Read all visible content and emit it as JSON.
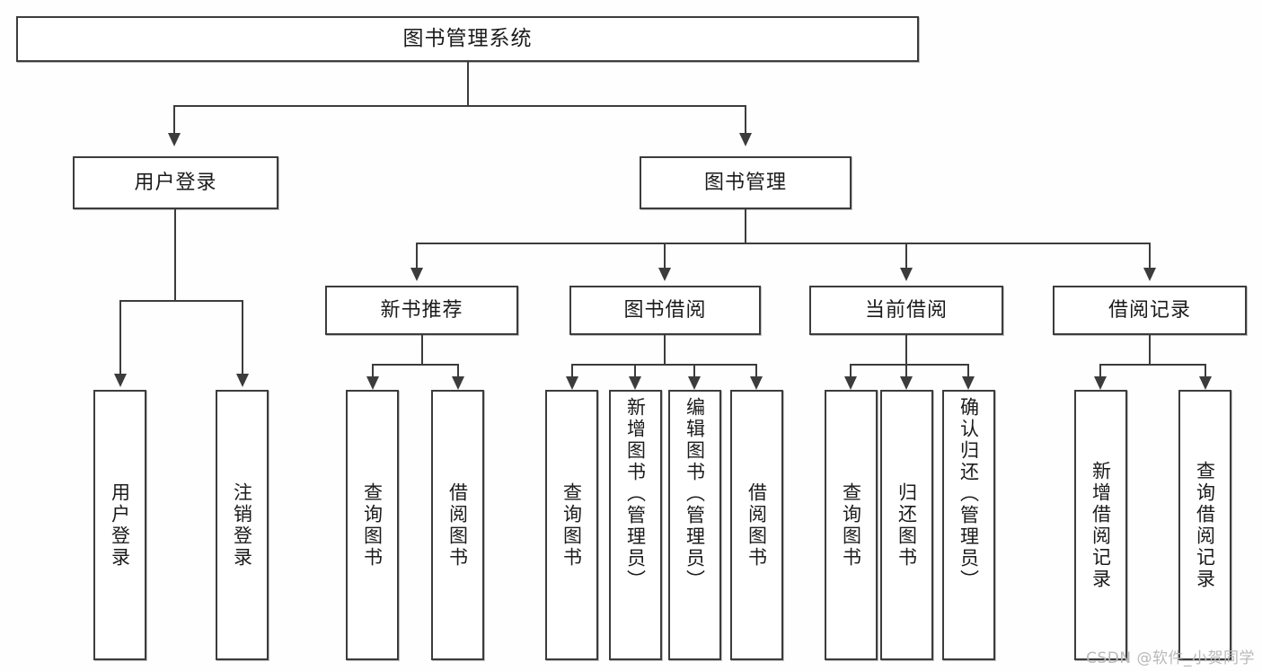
{
  "diagram": {
    "title": "图书管理系统",
    "type": "tree-hierarchy",
    "root": {
      "label": "图书管理系统"
    },
    "level2": [
      {
        "label": "用户登录"
      },
      {
        "label": "图书管理"
      }
    ],
    "level3": [
      {
        "label": "新书推荐"
      },
      {
        "label": "图书借阅"
      },
      {
        "label": "当前借阅"
      },
      {
        "label": "借阅记录"
      }
    ],
    "leaves": {
      "user_login": [
        {
          "label": "用户登录"
        },
        {
          "label": "注销登录"
        }
      ],
      "new_book_recommend": [
        {
          "label": "查询图书"
        },
        {
          "label": "借阅图书"
        }
      ],
      "book_borrow": [
        {
          "label": "查询图书"
        },
        {
          "label": "新增图书（管理员）"
        },
        {
          "label": "编辑图书（管理员）"
        },
        {
          "label": "借阅图书"
        }
      ],
      "current_borrow": [
        {
          "label": "查询图书"
        },
        {
          "label": "归还图书"
        },
        {
          "label": "确认归还（管理员）"
        }
      ],
      "borrow_record": [
        {
          "label": "新增借阅记录"
        },
        {
          "label": "查询借阅记录"
        }
      ]
    },
    "watermark": "CSDN @软件_小贺同学",
    "colors": {
      "border": "#3c3c3c",
      "node_fill": "#ffffff",
      "text": "#1b1b1b",
      "watermark": "#b9b9b9",
      "background": "#fefefe"
    }
  }
}
